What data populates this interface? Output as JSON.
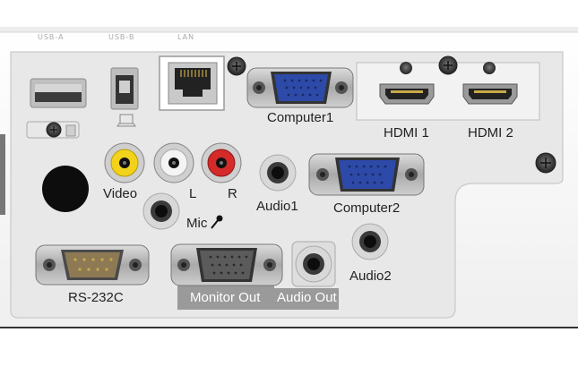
{
  "top_labels": {
    "usb_a": "USB-A",
    "usb_b": "USB-B",
    "lan": "LAN"
  },
  "ports": {
    "computer1": "Computer1",
    "hdmi1": "HDMI 1",
    "hdmi2": "HDMI 2",
    "video": "Video",
    "audio_l": "L",
    "audio_r": "R",
    "mic": "Mic",
    "audio1": "Audio1",
    "computer2": "Computer2",
    "audio2": "Audio2",
    "rs232c": "RS-232C",
    "monitor_out": "Monitor Out",
    "audio_out": "Audio Out"
  },
  "colors": {
    "panel": "#e9e9ea",
    "housing": "#f7f7f7",
    "vga_blue": "#2d4aa8",
    "rca_yellow": "#f2d21b",
    "rca_red": "#d42a2a",
    "rca_white": "#f4f4f4",
    "output_band": "#9a9a9a"
  },
  "icons": [
    "microphone-icon",
    "computer-outline-icon",
    "screw-icon"
  ]
}
